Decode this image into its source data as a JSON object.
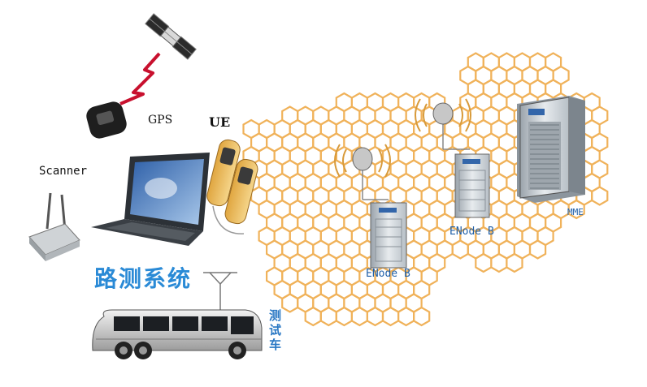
{
  "labels": {
    "gps": "GPS",
    "ue": "UE",
    "scanner": "Scanner",
    "enode_b_left": "ENode B",
    "enode_b_right": "ENode B",
    "mme": "MME",
    "system_title": "路测系统",
    "vehicle": [
      "测",
      "试",
      "车"
    ]
  },
  "icons": [
    "satellite-icon",
    "lightning-icon",
    "gps-receiver-icon",
    "laptop-icon",
    "ue-handset-icon",
    "scanner-icon",
    "bus-icon",
    "antenna-icon",
    "signal-wave-icon",
    "server-cabinet-icon",
    "hexagon-coverage-icon"
  ],
  "colors": {
    "hex_stroke": "#f0b25a",
    "title_blue": "#2a8ad6",
    "label_blue": "#1f5fa8",
    "lightning": "#c8102e"
  }
}
